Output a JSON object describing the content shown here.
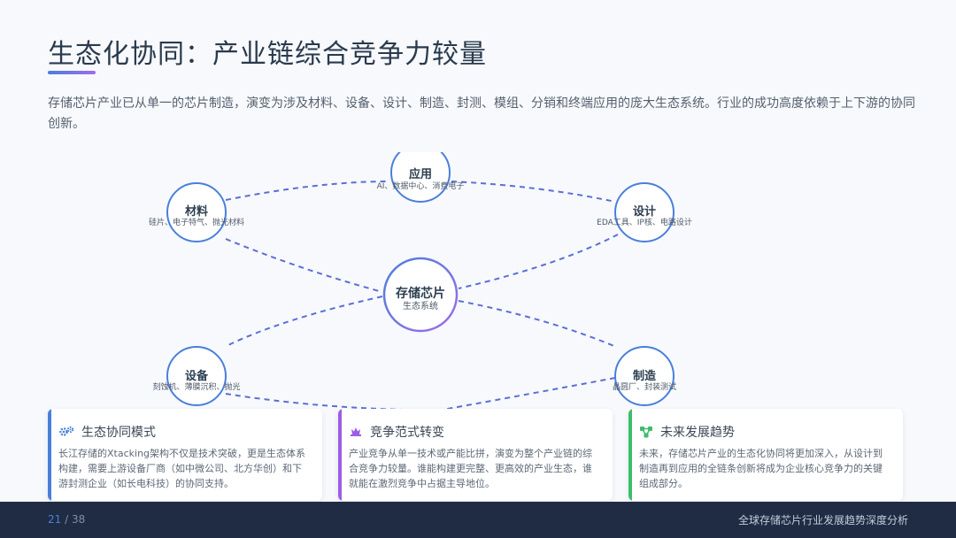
{
  "header": {
    "title": "生态化协同：产业链综合竞争力较量",
    "intro": "存储芯片产业已从单一的芯片制造，演变为涉及材料、设备、设计、制造、封测、模组、分销和终端应用的庞大生态系统。行业的成功高度依赖于上下游的协同创新。"
  },
  "diagram": {
    "center": {
      "title": "存储芯片",
      "sub": "生态系统"
    },
    "nodes": {
      "application": {
        "title": "应用",
        "sub": "AI、数据中心、消费电子"
      },
      "materials": {
        "title": "材料",
        "sub": "硅片、电子特气、抛光材料"
      },
      "design": {
        "title": "设计",
        "sub": "EDA工具、IP核、电路设计"
      },
      "equipment": {
        "title": "设备",
        "sub": "刻蚀机、薄膜沉积、抛光"
      },
      "manufacturing": {
        "title": "制造",
        "sub": "晶圆厂、封装测试"
      }
    },
    "colors": {
      "node_ring": "#4a7fdb",
      "center_ring_start": "#4a7fdb",
      "center_ring_end": "#a06ee8",
      "connector": "#5b6fd6"
    }
  },
  "cards": [
    {
      "icon": "gears-icon",
      "title": "生态协同模式",
      "body": "长江存储的Xtacking架构不仅是技术突破，更是生态体系构建，需要上游设备厂商（如中微公司、北方华创）和下游封测企业（如长电科技）的协同支持。",
      "color": "#4a7fdb"
    },
    {
      "icon": "chess-piece-icon",
      "title": "竞争范式转变",
      "body": "产业竞争从单一技术或产能比拼，演变为整个产业链的综合竞争力较量。谁能构建更完整、更高效的产业生态，谁就能在激烈竞争中占据主导地位。",
      "color": "#9b5de5"
    },
    {
      "icon": "network-icon",
      "title": "未来发展趋势",
      "body": "未来，存储芯片产业的生态化协同将更加深入，从设计到制造再到应用的全链条创新将成为企业核心竞争力的关键组成部分。",
      "color": "#3dbd6b"
    }
  ],
  "footer": {
    "page_current": "21",
    "page_sep": " / ",
    "page_total": "38",
    "doc_title": "全球存储芯片行业发展趋势深度分析"
  }
}
